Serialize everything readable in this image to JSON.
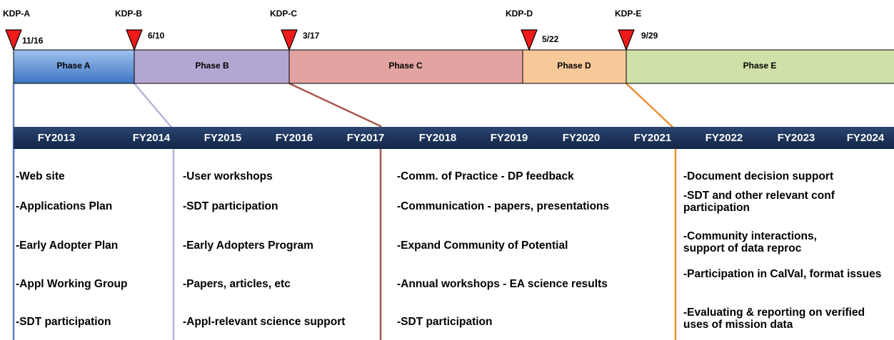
{
  "milestones": [
    {
      "label": "KDP-A",
      "date": "11/16"
    },
    {
      "label": "KDP-B",
      "date": "6/10"
    },
    {
      "label": "KDP-C",
      "date": "3/17"
    },
    {
      "label": "KDP-D",
      "date": "5/22"
    },
    {
      "label": "KDP-E",
      "date": "9/29"
    }
  ],
  "phases": [
    {
      "label": "Phase A",
      "color": "#5b8fd6"
    },
    {
      "label": "Phase B",
      "color": "#b4a6d2"
    },
    {
      "label": "Phase C",
      "color": "#e2a3a1"
    },
    {
      "label": "Phase D",
      "color": "#f9c898"
    },
    {
      "label": "Phase E",
      "color": "#cfe0a8"
    }
  ],
  "fiscal_years": [
    "FY2013",
    "FY2014",
    "FY2015",
    "FY2016",
    "FY2017",
    "FY2018",
    "FY2019",
    "FY2020",
    "FY2021",
    "FY2022",
    "FY2023",
    "FY2024"
  ],
  "connector_colors": [
    "#5f7fc8",
    "#bcb3d8",
    "#a8574f",
    "#ee8f33"
  ],
  "columns": [
    {
      "items": [
        "-Web site",
        "-Applications Plan",
        "-Early Adopter Plan",
        "-Appl Working Group",
        "-SDT participation"
      ]
    },
    {
      "items": [
        "-User workshops",
        "-SDT participation",
        "-Early Adopters Program",
        "-Papers, articles, etc",
        "-Appl-relevant science support"
      ]
    },
    {
      "items": [
        "-Comm. of Practice - DP feedback",
        "-Communication - papers, presentations",
        "-Expand Community of Potential",
        "-Annual workshops - EA science results",
        "-SDT participation"
      ]
    },
    {
      "items": [
        "-Document decision support",
        "-SDT and other relevant conf participation",
        "-Community interactions, support of data reproc",
        "-Participation in CalVal, format issues",
        "-Evaluating & reporting on verified uses of mission data"
      ]
    }
  ]
}
